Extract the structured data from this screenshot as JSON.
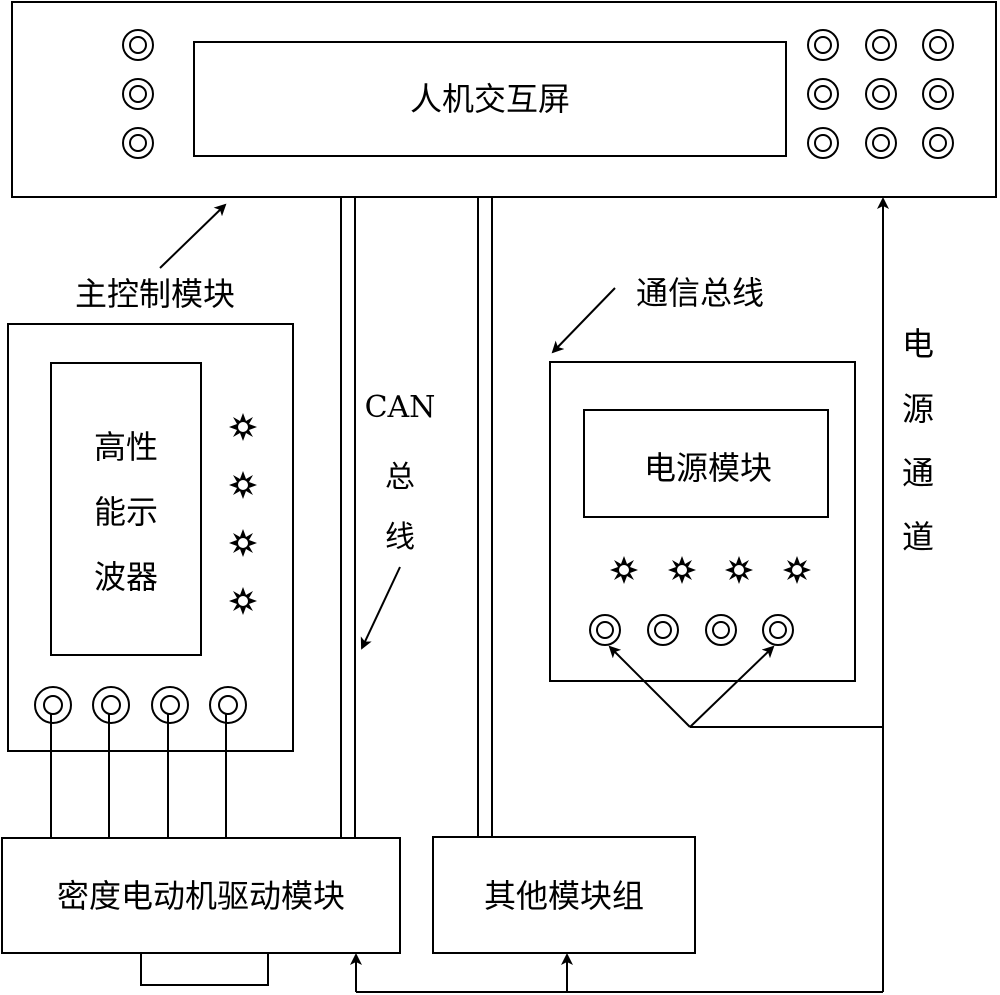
{
  "diagram": {
    "labels": {
      "hmi_screen": "人机交互屏",
      "main_control": "主控制模块",
      "oscilloscope_lines": [
        "高性",
        "能示",
        "波器"
      ],
      "can_bus_lines": [
        "CAN",
        "总",
        "线"
      ],
      "comm_bus": "通信总线",
      "power_module": "电源模块",
      "power_channel_lines": [
        "电",
        "源",
        "通",
        "道"
      ],
      "motor_driver": "密度电动机驱动模块",
      "other_modules": "其他模块组"
    },
    "components": {
      "hmi_left_knobs": 3,
      "hmi_right_knob_grid": "3x3",
      "oscilloscope_indicators": 4,
      "oscilloscope_ports": 4,
      "power_indicators": 4,
      "power_ports": 4
    },
    "colors": {
      "stroke": "#000000",
      "background": "#ffffff"
    }
  }
}
